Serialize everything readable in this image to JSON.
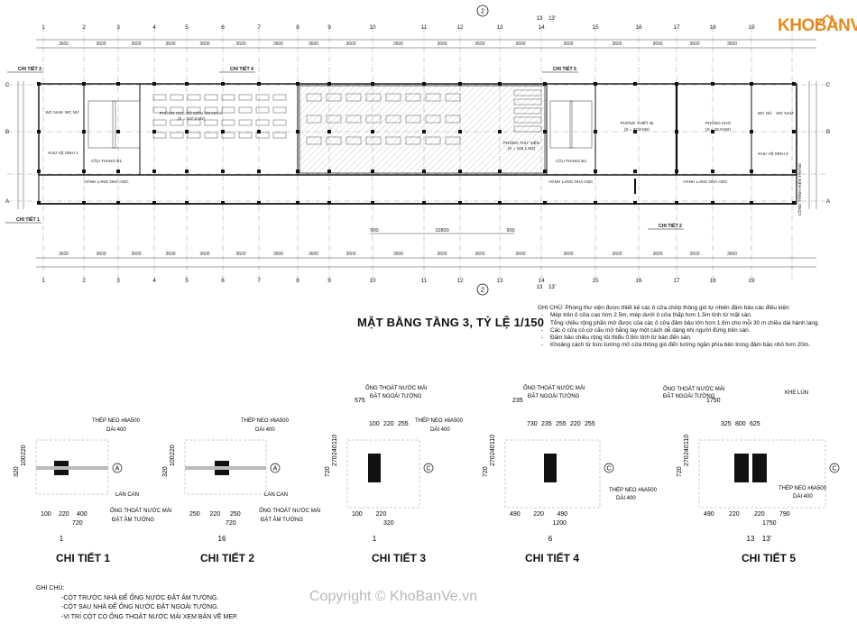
{
  "logo": {
    "text": "KHOBANVE"
  },
  "plan": {
    "title": "MẶT BẰNG TẦNG 3, TỶ LỆ 1/150",
    "grid_top": [
      "1",
      "2",
      "3",
      "4",
      "5",
      "6",
      "7",
      "8",
      "9",
      "10",
      "11",
      "12",
      "13",
      "14",
      "15",
      "16",
      "17",
      "18",
      "19"
    ],
    "grid_side": [
      "C",
      "B",
      "A"
    ],
    "section_marks": [
      "2",
      "13",
      "13'"
    ],
    "rooms": [
      "WC NAM",
      "WC NỮ",
      "KHU VỆ SINH 1",
      "PHÒNG HỌC BỘ MÔN ÂM NHẠC",
      "(S = 107,5 M2)",
      "CẦU THANG B1",
      "HÀNH LANG NHÀ HỌC",
      "PHÒNG THƯ VIỆN",
      "(S = 163,1 M2)",
      "CẦU THANG B2",
      "HÀNH LANG NHÀ HỌC",
      "PHÒNG THIẾT BỊ",
      "(S = 32,9 M2)",
      "PHÒNG KHO",
      "(S = 32,9 M2)",
      "WC NỮ",
      "WC NAM",
      "KHU VỆ SINH 3",
      "HÀNH LANG NHÀ HỌC",
      "CÔNG TRÌNH HIỆN TRẠNG"
    ],
    "detail_refs": [
      "CHI TIẾT 3",
      "CHI TIẾT 4",
      "CHI TIẾT 5",
      "CHI TIẾT 1",
      "CHI TIẾT 2"
    ],
    "dims_top": [
      "3600",
      "3600",
      "3600",
      "3600",
      "3600",
      "3600",
      "3600",
      "3600",
      "3600",
      "3600",
      "3600",
      "3600",
      "3600",
      "3600",
      "3600",
      "3600",
      "3600",
      "3600"
    ],
    "dim_mid": [
      "900",
      "10800",
      "900"
    ]
  },
  "note": {
    "heading": "GHI CHÚ: Phòng thư viện được thiết kế các ô cửa chớp thông gió tự nhiên đảm bảo các điều kiện:",
    "items": [
      "Mép trên ô cửa cao hơn 2.5m, mép dưới ô cửa thấp hơn 1.5m tính từ mặt sàn.",
      "Tổng chiều rộng phần mở được của các ô cửa đảm bảo lớn hơn 1.6m cho mỗi 30 m chiều dài hành lang.",
      "Các ô cửa có cơ cấu mở bằng tay một cách dễ dàng khi người đứng trên sàn.",
      "Đảm bảo chiều rộng tối thiểu 0.8m tính từ bàn đến sàn.",
      "Khoảng cách từ bức tường mở cửa thông gió đến tường ngăn phía bên trong đảm bảo nhỏ hơn 20m."
    ]
  },
  "details": [
    {
      "title": "CHI TIẾT 1",
      "grid": "1",
      "axis": "A",
      "labels": [
        "THÉP NEO #6A500",
        "DÀI 400",
        "LAN CAN",
        "ỐNG THOÁT NƯỚC MÁI",
        "ĐẶT ÂM TƯỜNG"
      ],
      "dims_bottom": [
        "100",
        "220",
        "400",
        "720"
      ],
      "dims_left": [
        "320",
        "100",
        "220"
      ]
    },
    {
      "title": "CHI TIẾT 2",
      "grid": "16",
      "axis": "A",
      "labels": [
        "THÉP NEO #6A500",
        "DÀI 400",
        "LAN CAN",
        "ỐNG THOÁT NƯỚC MÁI",
        "ĐẶT ÂM TƯỜNG"
      ],
      "dims_bottom": [
        "250",
        "220",
        "250",
        "720"
      ],
      "dims_left": [
        "320",
        "100",
        "220"
      ]
    },
    {
      "title": "CHI TIẾT 3",
      "grid": "1",
      "axis": "C",
      "labels": [
        "ỐNG THOÁT NƯỚC MÁI",
        "ĐẶT NGOÀI TƯỜNG",
        "THÉP NEO #6A500",
        "DÀI 400"
      ],
      "dims_top": [
        "575",
        "100",
        "220",
        "255"
      ],
      "dims_bottom": [
        "100",
        "220",
        "320"
      ],
      "dims_left": [
        "720",
        "270",
        "240",
        "110"
      ]
    },
    {
      "title": "CHI TIẾT 4",
      "grid": "6",
      "axis": "C",
      "labels": [
        "ỐNG THOÁT NƯỚC MÁI",
        "ĐẶT NGOÀI TƯỜNG",
        "THÉP NEO #6A500",
        "DÀI 400"
      ],
      "dims_top": [
        "235",
        "730",
        "235",
        "255",
        "220",
        "255"
      ],
      "dims_bottom": [
        "490",
        "220",
        "490",
        "1200"
      ],
      "dims_left": [
        "720",
        "270",
        "240",
        "110"
      ]
    },
    {
      "title": "CHI TIẾT 5",
      "grid": "13",
      "grid2": "13'",
      "axis": "C",
      "labels": [
        "ỐNG THOÁT NƯỚC MÁI",
        "ĐẶT NGOÀI TƯỜNG",
        "KHE LÚN",
        "THÉP NEO #6A500",
        "DÀI 400"
      ],
      "dims_top": [
        "1750",
        "325",
        "800",
        "625"
      ],
      "dims_bottom": [
        "490",
        "220",
        "220",
        "790",
        "1750"
      ],
      "dims_left": [
        "720",
        "270",
        "240",
        "110"
      ]
    }
  ],
  "bottom_notes": {
    "heading": "GHI CHÚ:",
    "lines": [
      "-CỘT TRƯỚC NHÀ ĐỂ ỐNG NƯỚC ĐẶT ÂM TƯỜNG.",
      "-CỘT SAU NHÀ ĐỂ ỐNG NƯỚC ĐẶT NGOÀI TƯỜNG.",
      "-VỊ TRÍ CỘT CÓ ỐNG THOÁT NƯỚC MÁI XEM BẢN VẼ MEP."
    ]
  },
  "copyright": "Copyright © KhoBanVe.vn"
}
